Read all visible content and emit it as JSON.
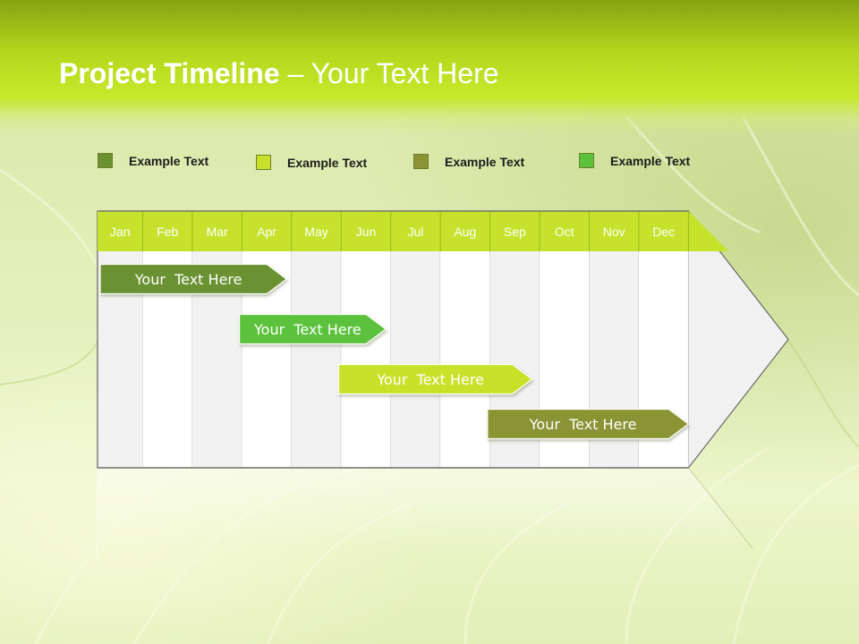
{
  "slide": {
    "title_strong": "Project Timeline",
    "title_rest": " – Your Text Here"
  },
  "legend": [
    {
      "label": "Example Text",
      "color": "#6b9131"
    },
    {
      "label": "Example Text",
      "color": "#c8e22c"
    },
    {
      "label": "Example Text",
      "color": "#8b9434"
    },
    {
      "label": "Example Text",
      "color": "#5bc23c"
    }
  ],
  "timeline": {
    "months": [
      "Jan",
      "Feb",
      "Mar",
      "Apr",
      "May",
      "Jun",
      "Jul",
      "Aug",
      "Sep",
      "Oct",
      "Nov",
      "Dec"
    ],
    "header_color": "#c6e22c",
    "tasks": [
      {
        "label": "Your  Text Here",
        "start_month": 0.0,
        "end_month": 3.9,
        "row": 0,
        "color": "#6b9131"
      },
      {
        "label": "Your  Text Here",
        "start_month": 2.95,
        "end_month": 5.9,
        "row": 1,
        "color": "#5bc23c"
      },
      {
        "label": "Your  Text Here",
        "start_month": 4.95,
        "end_month": 8.85,
        "row": 2,
        "color": "#c8e22c"
      },
      {
        "label": "Your  Text Here",
        "start_month": 7.95,
        "end_month": 12.0,
        "row": 3,
        "color": "#8b9434"
      }
    ]
  }
}
